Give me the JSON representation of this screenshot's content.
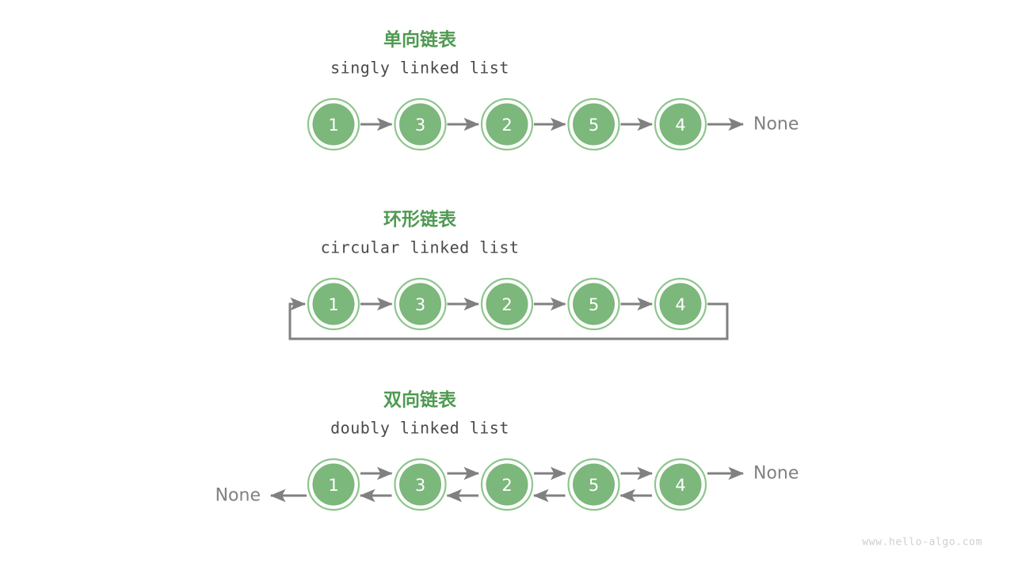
{
  "figure": {
    "watermark": "www.hello-algo.com",
    "accent_color": "#4f9a52",
    "node_fill": "#7cb77b",
    "node_ring": "#8dc68c",
    "arrow_color": "#808080",
    "none_text_color": "#808080"
  },
  "sections": [
    {
      "id": "singly",
      "title_cn": "单向链表",
      "title_en": "singly linked list",
      "nodes": [
        "1",
        "3",
        "2",
        "5",
        "4"
      ],
      "tail_none": "None",
      "head_none": null,
      "circular": false,
      "doubly": false
    },
    {
      "id": "circular",
      "title_cn": "环形链表",
      "title_en": "circular linked list",
      "nodes": [
        "1",
        "3",
        "2",
        "5",
        "4"
      ],
      "tail_none": null,
      "head_none": null,
      "circular": true,
      "doubly": false
    },
    {
      "id": "doubly",
      "title_cn": "双向链表",
      "title_en": "doubly linked list",
      "nodes": [
        "1",
        "3",
        "2",
        "5",
        "4"
      ],
      "tail_none": "None",
      "head_none": "None",
      "circular": false,
      "doubly": true
    }
  ]
}
